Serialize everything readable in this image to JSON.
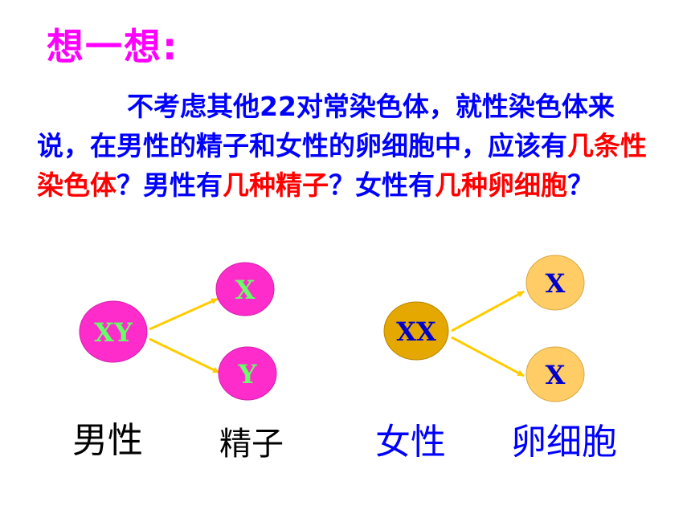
{
  "title": "想一想:",
  "question": {
    "p1": "不考虑其他22对常染色体，就性染色体来说，在男性的精子和女性的卵细胞中，应该有",
    "h1": "几条性染色体",
    "p2": "？男性有",
    "h2": "几种精子",
    "p3": "？女性有",
    "h3": "几种卵细胞",
    "p4": "？"
  },
  "diagram": {
    "male_cell": "XY",
    "sperm_1": "X",
    "sperm_2": "Y",
    "female_cell": "XX",
    "egg_1": "X",
    "egg_2": "X"
  },
  "captions": {
    "male": "男性",
    "sperm": "精子",
    "female": "女性",
    "egg": "卵细胞"
  },
  "colors": {
    "title": "#ff00ff",
    "question_text": "#0000ff",
    "highlight": "#ff0000",
    "male_cell_fill": "#ff2ccc",
    "male_label": "#66ff66",
    "female_cell_fill": "#e5a800",
    "egg_fill": "#ffcc66",
    "female_label": "#0000cc",
    "arrow": "#ffcc00"
  }
}
